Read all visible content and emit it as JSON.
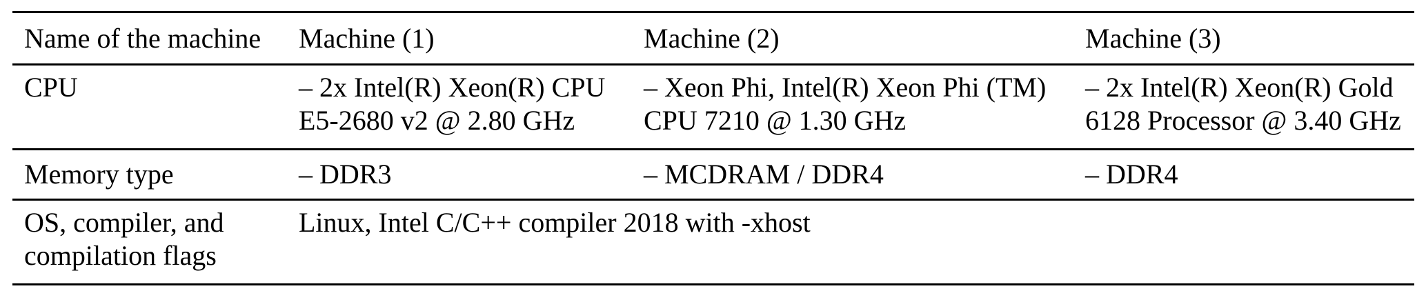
{
  "page": {
    "background_color": "#ffffff",
    "text_color": "#000000",
    "rule_color": "#000000"
  },
  "table": {
    "headers": {
      "name_column": "Name of the machine",
      "machine_1": "Machine (1)",
      "machine_2": "Machine (2)",
      "machine_3": "Machine (3)"
    },
    "rows": {
      "cpu": {
        "label": "CPU",
        "machine_1": "– 2x Intel(R) Xeon(R) CPU E5-2680 v2 @ 2.80 GHz",
        "machine_2": "– Xeon Phi, Intel(R) Xeon Phi (TM) CPU 7210 @ 1.30 GHz",
        "machine_3": "– 2x Intel(R) Xeon(R) Gold 6128 Processor @ 3.40 GHz"
      },
      "memory": {
        "label": "Memory type",
        "machine_1": "– DDR3",
        "machine_2": "– MCDRAM / DDR4",
        "machine_3": "– DDR4"
      },
      "os": {
        "label": "OS, compiler, and compilation flags",
        "all_machines": "Linux, Intel C/C++ compiler 2018 with -xhost"
      }
    }
  }
}
